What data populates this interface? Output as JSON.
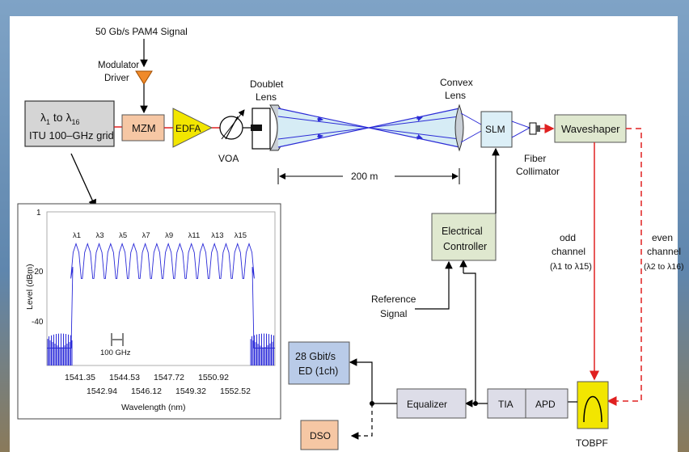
{
  "source": {
    "signal_label": "50 Gb/s PAM4 Signal",
    "driver_line1": "Modulator",
    "driver_line2": "Driver",
    "laser_line1_prefix": "λ",
    "laser_line1_sub1": "1",
    "laser_line1_mid": " to λ",
    "laser_line1_sub2": "16",
    "laser_line2": "ITU 100–GHz grid"
  },
  "blocks": {
    "mzm": "MZM",
    "edfa": "EDFA",
    "voa": "VOA",
    "slm": "SLM",
    "waveshaper": "Waveshaper",
    "controller_line1": "Electrical",
    "controller_line2": "Controller",
    "equalizer": "Equalizer",
    "tia": "TIA",
    "apd": "APD",
    "tobpf": "TOBPF",
    "dso": "DSO",
    "ed_line1": "28 Gbit/s",
    "ed_line2": "ED (1ch)"
  },
  "optics": {
    "doublet_line1": "Doublet",
    "doublet_line2": "Lens",
    "convex_line1": "Convex",
    "convex_line2": "Lens",
    "distance": "200 m",
    "collimator_line1": "Fiber",
    "collimator_line2": "Collimator",
    "reference_line1": "Reference",
    "reference_line2": "Signal"
  },
  "channels": {
    "odd_line1": "odd",
    "odd_line2": "channel",
    "odd_line3": "(λ1 to λ15)",
    "even_line1": "even",
    "even_line2": "channel",
    "even_line3": "(λ2 to λ16)"
  },
  "spectrum": {
    "ylabel": "Level (dBm)",
    "xlabel": "Wavelength (nm)",
    "yticks": [
      "1",
      "-20",
      "-40"
    ],
    "xticks_top": [
      "1541.35",
      "1544.53",
      "1547.72",
      "1550.92"
    ],
    "xticks_bottom": [
      "1542.94",
      "1546.12",
      "1549.32",
      "1552.52"
    ],
    "peak_labels": [
      "λ1",
      "λ3",
      "λ5",
      "λ7",
      "λ9",
      "λ11",
      "λ13",
      "λ15"
    ],
    "spacing_label": "100 GHz",
    "peak_count": 16,
    "peak_level_dbm": -10,
    "floor_level_dbm": -46,
    "trace_color": "#2a2ad8"
  },
  "colors": {
    "beam": "#2b2bd6",
    "odd_path": "#e02020",
    "even_path": "#e02020",
    "edfa": "#f2e600",
    "mzm": "#f6c7a4",
    "driver": "#f08a2a",
    "slm": "#dceff7",
    "waveshaper": "#dfe8cf",
    "controller": "#dfe8cf",
    "ed": "#b9cbe8",
    "dso": "#f6c7a4",
    "tobpf": "#f2e600"
  }
}
